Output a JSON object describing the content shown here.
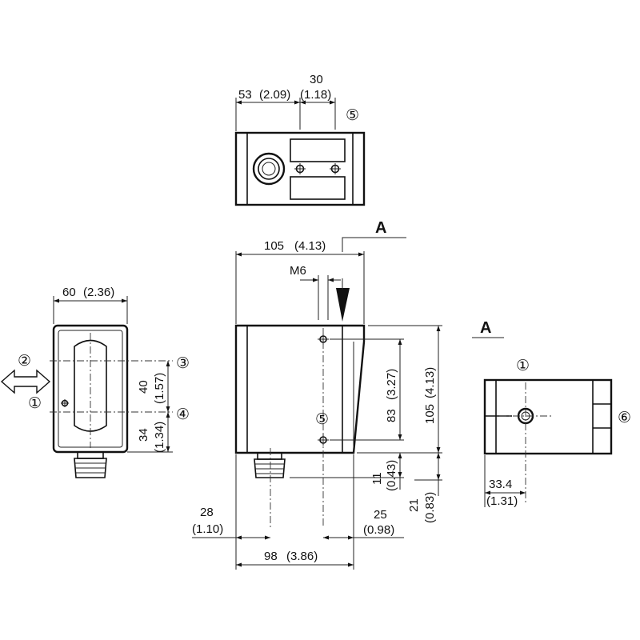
{
  "top_view": {
    "dim_53": "53",
    "dim_53_in": "(2.09)",
    "dim_30": "30",
    "dim_30_in": "(1.18)",
    "callout_5": "⑤"
  },
  "section_markers": {
    "label_a_main": "A",
    "label_a_side": "A"
  },
  "front_view": {
    "dim_105": "105",
    "dim_105_in": "(4.13)",
    "thread": "M6",
    "dim_83": "83",
    "dim_83_in": "(3.27)",
    "dim_105v": "105",
    "dim_105v_in": "(4.13)",
    "callout_5": "⑤",
    "dim_11": "11",
    "dim_11_in": "(0.43)",
    "dim_21": "21",
    "dim_21_in": "(0.83)",
    "dim_28": "28",
    "dim_28_in": "(1.10)",
    "dim_25": "25",
    "dim_25_in": "(0.98)",
    "dim_98": "98",
    "dim_98_in": "(3.86)"
  },
  "left_view": {
    "dim_60": "60",
    "dim_60_in": "(2.36)",
    "dim_40": "40",
    "dim_40_in": "(1.57)",
    "dim_34": "34",
    "dim_34_in": "(1.34)",
    "callout_1": "①",
    "callout_2": "②",
    "callout_3": "③",
    "callout_4": "④"
  },
  "side_view_a": {
    "callout_1": "①",
    "callout_6": "⑥",
    "dim_33_4": "33.4",
    "dim_33_4_in": "(1.31)"
  }
}
